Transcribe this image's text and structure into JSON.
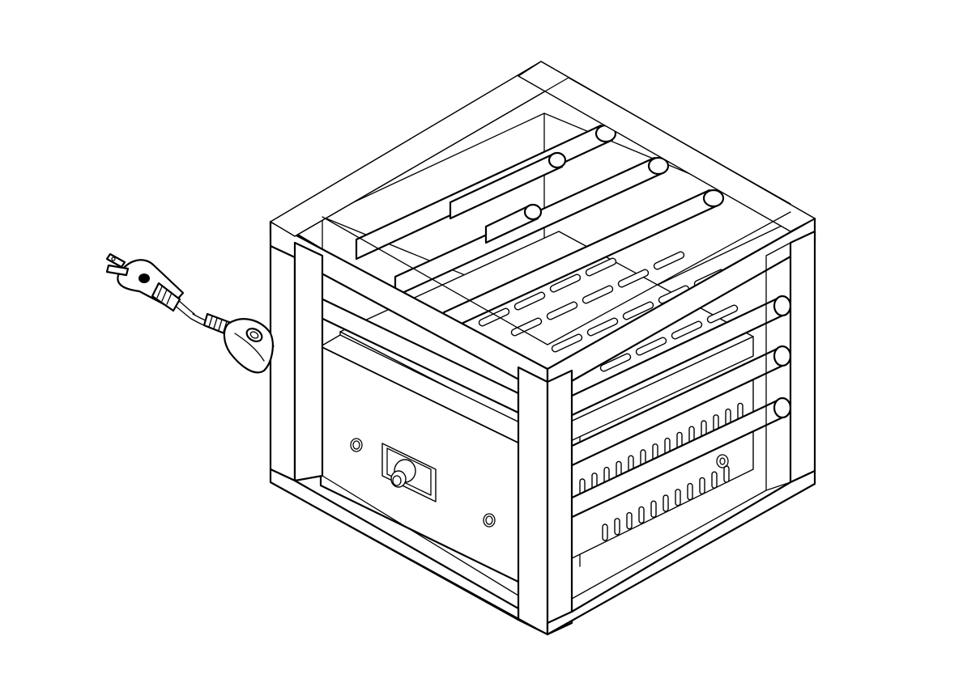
{
  "figure": {
    "subject": "electric-heater-cube-line-drawing",
    "colors": {
      "line": "#000000",
      "background": "#ffffff"
    },
    "parts": [
      "outer-frame",
      "top-heating-rods",
      "side-heating-rods",
      "perforated-tray",
      "control-box",
      "control-knob",
      "mounting-holes",
      "power-cord",
      "inline-switch",
      "plug"
    ]
  }
}
